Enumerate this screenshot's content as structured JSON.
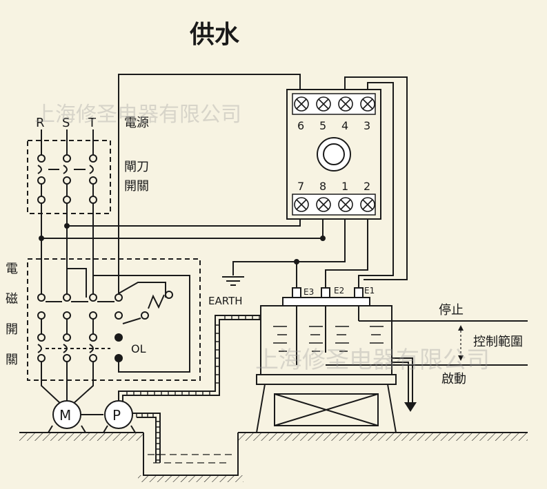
{
  "title": "供水",
  "watermark": "上海修圣电器有限公司",
  "labels": {
    "power": "電源",
    "knife_switch_1": "閘刀",
    "knife_switch_2": "開關",
    "contactor": [
      "電",
      "磁",
      "開",
      "關"
    ],
    "overload": "OL",
    "earth": "EARTH",
    "stop": "停止",
    "control_range": "控制範圍",
    "start": "啟動",
    "motor": "M",
    "pump": "P",
    "e1": "E1",
    "e2": "E2",
    "e3": "E3",
    "phase_r": "R",
    "phase_s": "S",
    "phase_t": "T"
  },
  "terminals_top": [
    "6",
    "5",
    "4",
    "3"
  ],
  "terminals_bottom": [
    "7",
    "8",
    "1",
    "2"
  ],
  "colors": {
    "line": "#1a1a1a",
    "background": "#f7f3e2",
    "water": "#ffffff"
  }
}
